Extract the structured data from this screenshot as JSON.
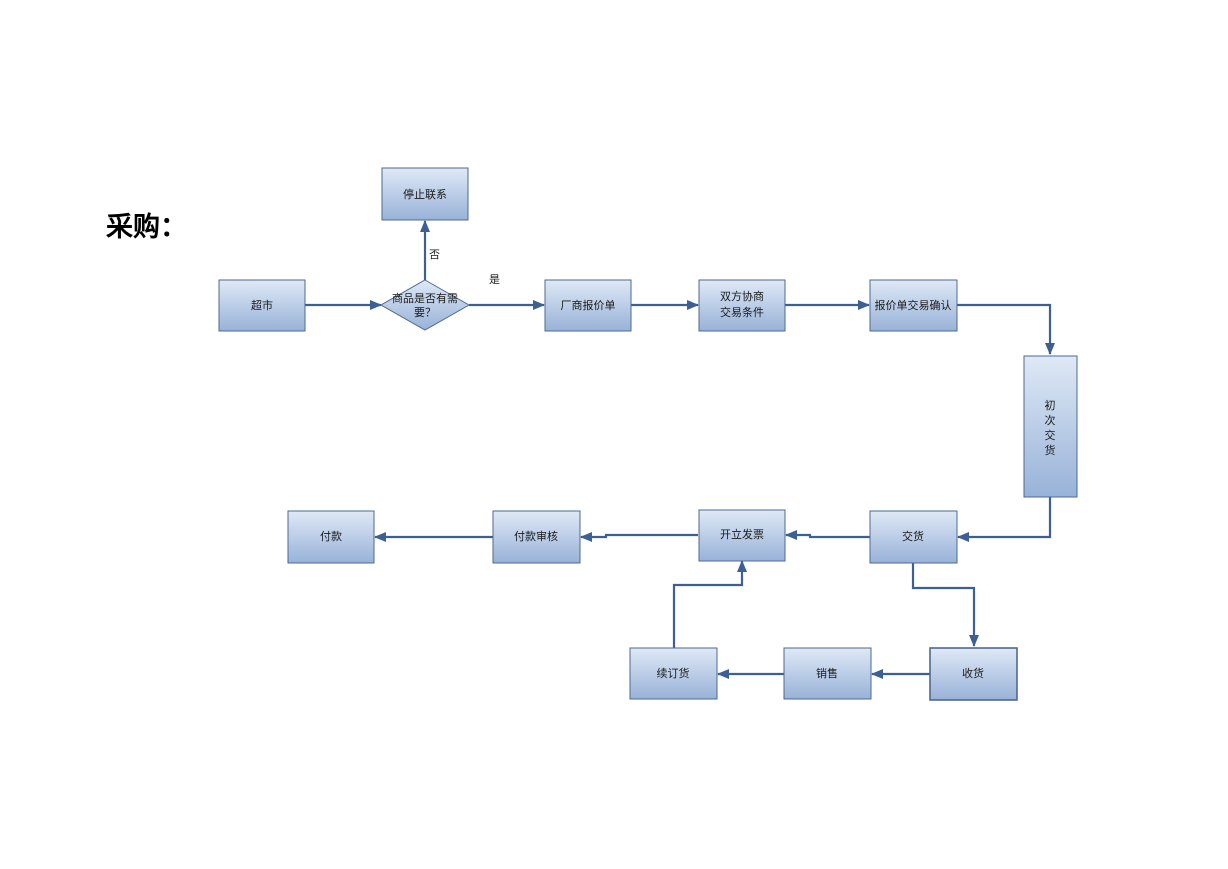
{
  "page": {
    "title": "采购："
  },
  "diagram": {
    "nodes": {
      "stop_contact": {
        "label": "停止联系"
      },
      "supermarket": {
        "label": "超市"
      },
      "decision": {
        "label_lines": [
          "商品是否有需",
          "要？"
        ]
      },
      "quotation": {
        "label": "厂商报价单"
      },
      "negotiate": {
        "label_lines": [
          "双方协商",
          "交易条件"
        ]
      },
      "confirm": {
        "label": "报价单交易确认"
      },
      "first_delivery": {
        "label_lines": [
          "初",
          "次",
          "交",
          "货"
        ]
      },
      "delivery": {
        "label": "交货"
      },
      "invoice": {
        "label": "开立发票"
      },
      "payment_review": {
        "label": "付款审核"
      },
      "payment": {
        "label": "付款"
      },
      "receive": {
        "label": "收货"
      },
      "sales": {
        "label": "销售"
      },
      "reorder": {
        "label": "续订货"
      }
    },
    "edge_labels": {
      "no": "否",
      "yes": "是"
    }
  },
  "colors": {
    "box_top": "#dfe9f6",
    "box_bottom": "#98b2d8",
    "border": "#4e6a91",
    "arrow": "#3c5f94"
  }
}
